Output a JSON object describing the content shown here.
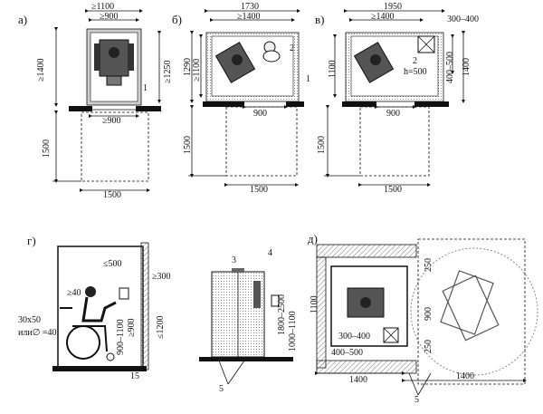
{
  "panels": {
    "a": {
      "label": "а)",
      "dims": [
        "≥1100",
        "≥900",
        "≥1400",
        "≥1250",
        "≥900",
        "1500",
        "1500"
      ],
      "marker": "1"
    },
    "b": {
      "label": "б)",
      "dims": [
        "1730",
        "≥1400",
        "1290",
        "≥1100",
        "900",
        "1500",
        "1500"
      ],
      "markers": [
        "2",
        "1"
      ]
    },
    "v": {
      "label": "в)",
      "dims": [
        "1950",
        "≥1400",
        "300–400",
        "1100",
        "400–500",
        "1400",
        "900",
        "1500",
        "1500"
      ],
      "marker": "2",
      "note": "h=500"
    },
    "g": {
      "label": "г)",
      "dims": [
        "≤500",
        "≥300",
        "≥40",
        "≥900",
        "900–1100",
        "≤1200",
        "15"
      ],
      "section_label": "30x50",
      "section_label2": "или∅ =40"
    },
    "g2": {
      "markers": [
        "3",
        "4",
        "5"
      ],
      "dims": [
        "1800–2500",
        "1000–1100"
      ]
    },
    "d": {
      "label": "д)",
      "dims": [
        "1100",
        "300–400",
        "400–500",
        "1400",
        "250",
        "900",
        "250",
        "1400"
      ],
      "marker": "5"
    }
  }
}
